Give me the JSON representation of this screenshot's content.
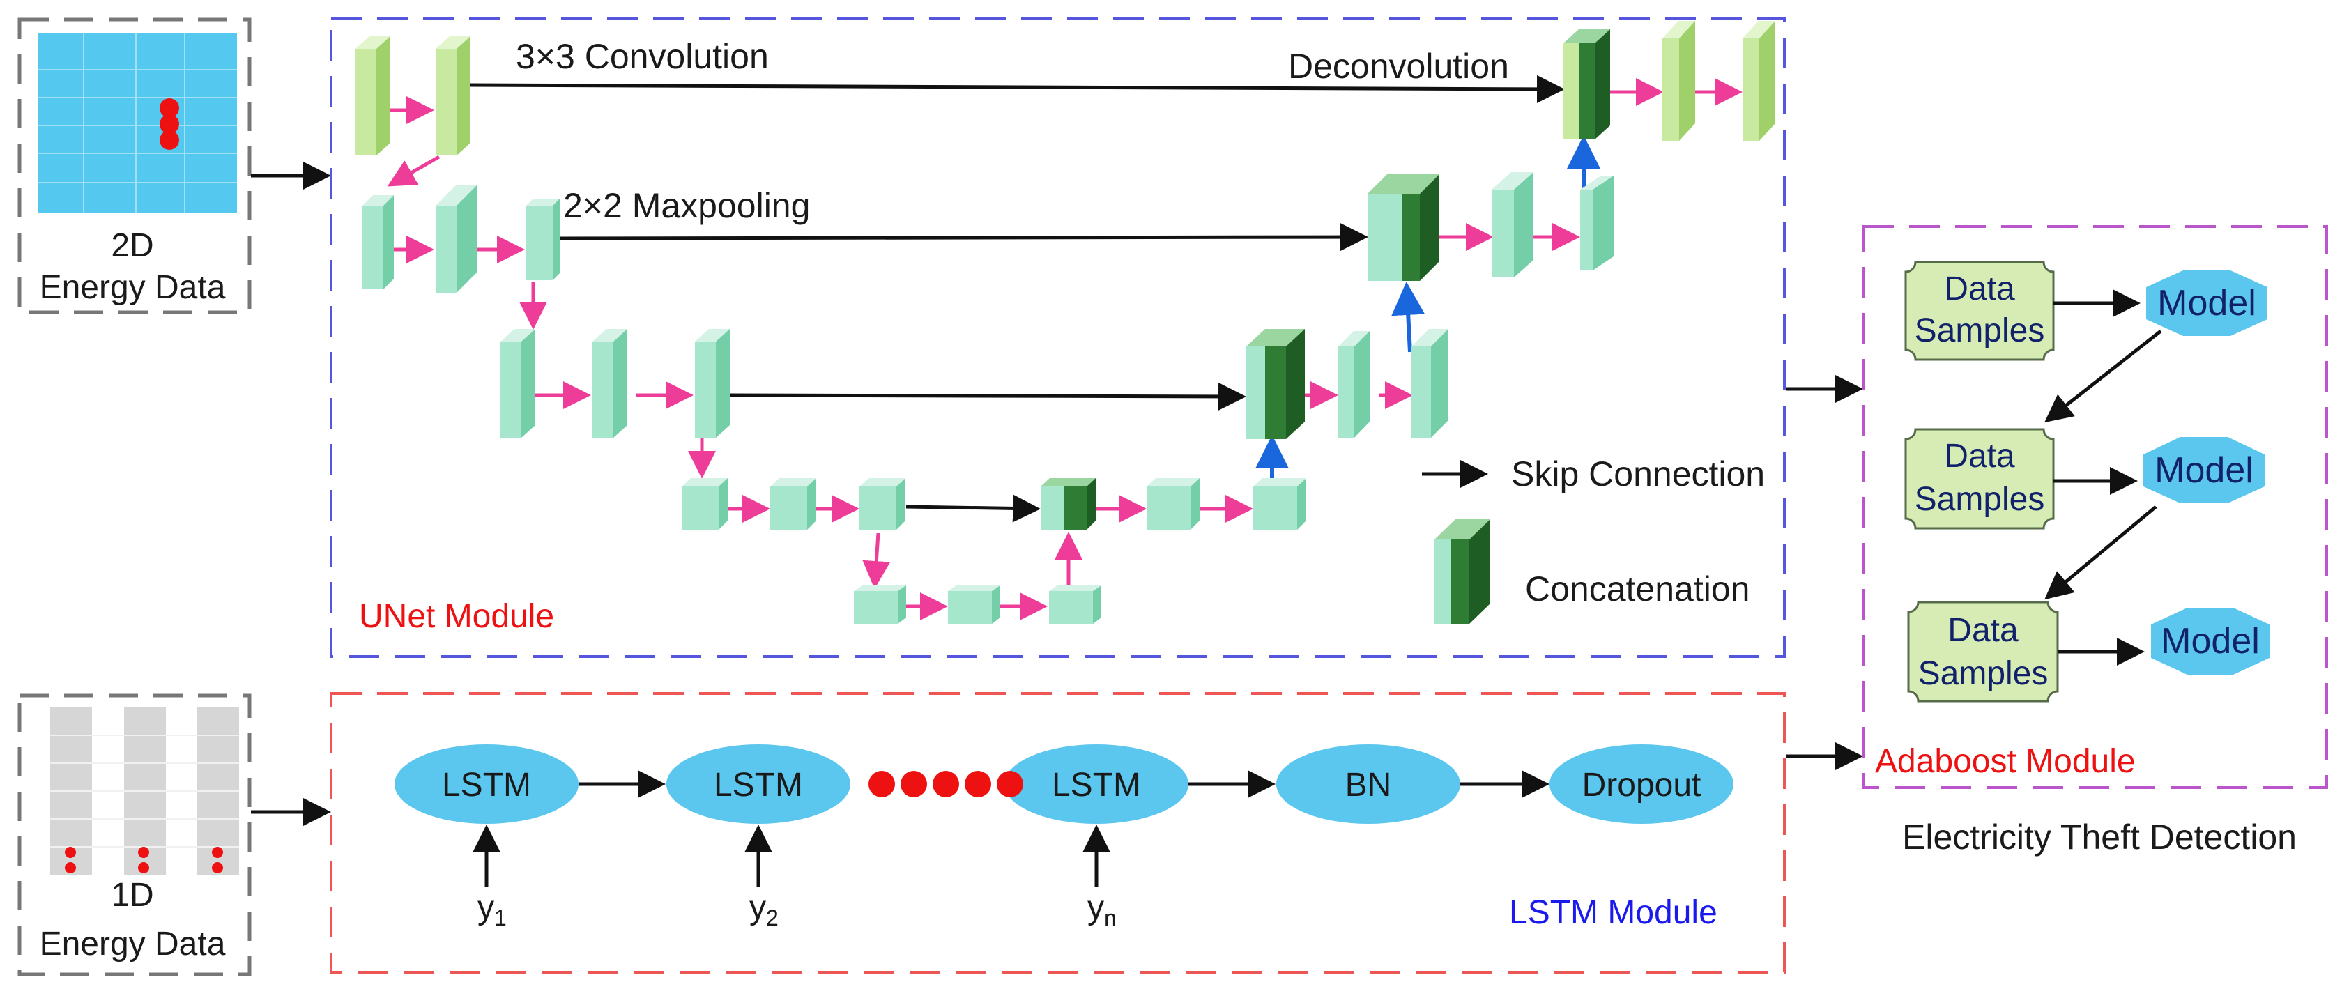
{
  "inputs": {
    "data2d": {
      "line1": "2D",
      "line2": "Energy Data"
    },
    "data1d": {
      "line1": "1D",
      "line2": "Energy Data"
    }
  },
  "unet": {
    "module_label": "UNet Module",
    "conv_label": "3×3 Convolution",
    "deconv_label": "Deconvolution",
    "maxpool_label": "2×2 Maxpooling",
    "legend": {
      "skip": "Skip Connection",
      "concat": "Concatenation"
    }
  },
  "lstm": {
    "module_label": "LSTM Module",
    "nodes": [
      "LSTM",
      "LSTM",
      "LSTM",
      "BN",
      "Dropout"
    ],
    "inputs": [
      {
        "base": "y",
        "sub": "1"
      },
      {
        "base": "y",
        "sub": "2"
      },
      {
        "base": "y",
        "sub": "n"
      }
    ]
  },
  "adaboost": {
    "module_label": "Adaboost Module",
    "rows": [
      {
        "sample_line1": "Data",
        "sample_line2": "Samples",
        "model": "Model"
      },
      {
        "sample_line1": "Data",
        "sample_line2": "Samples",
        "model": "Model"
      },
      {
        "sample_line1": "Data",
        "sample_line2": "Samples",
        "model": "Model"
      }
    ]
  },
  "output": {
    "label": "Electricity Theft Detection"
  },
  "colors": {
    "unet_border": "#5555dd",
    "lstm_border": "#ee5555",
    "adaboost_border": "#bb55cc",
    "input_border": "#777777",
    "pink_arrow": "#ee3d99",
    "blue_arrow": "#1a66dd",
    "lstm_node": "#5bc6ee",
    "sample_fill": "#d6ecb4",
    "grid_2d": "#55c8ef",
    "dot_red": "#ee1111",
    "block_teal": "#a6e6cc",
    "block_lightgreen": "#c8eaa0",
    "block_darkgreen": "#2f7d35"
  }
}
